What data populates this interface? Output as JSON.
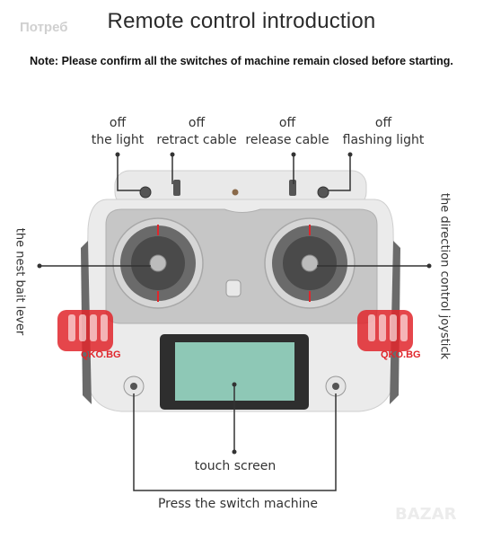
{
  "title": "Remote control introduction",
  "watermark": "Потреб",
  "note": "Note: Please confirm all the switches of machine remain closed before starting.",
  "switch_labels": [
    {
      "state": "off",
      "name": "the light"
    },
    {
      "state": "off",
      "name": "retract cable"
    },
    {
      "state": "off",
      "name": "release cable"
    },
    {
      "state": "off",
      "name": "flashing light"
    }
  ],
  "left_label": "the nest bait lever",
  "right_label": "the direction control joystick",
  "screen_label": "touch screen",
  "power_label": "Press the switch machine",
  "store_mark": "QKO.BG",
  "site_mark": "BAZAR",
  "colors": {
    "body": "#e8e8e8",
    "panel": "#c4c4c4",
    "screen": "#8ec8b6",
    "accent": "#e0262c"
  }
}
